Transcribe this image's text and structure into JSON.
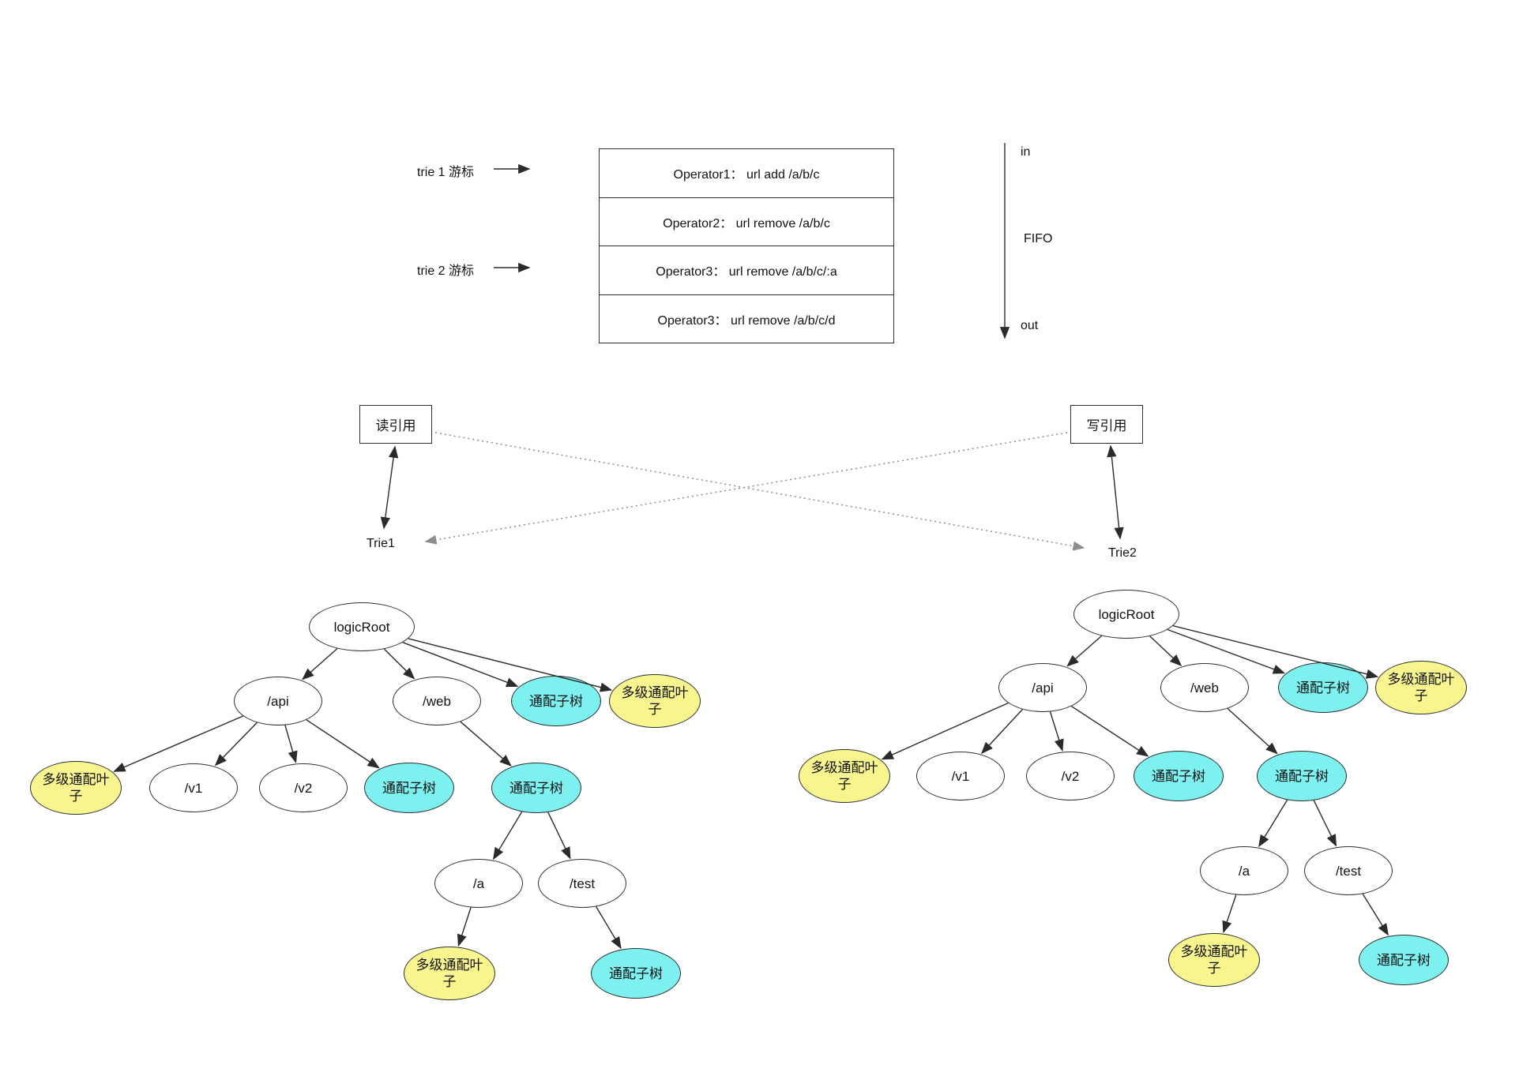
{
  "queue": {
    "cursor1_label": "trie 1 游标",
    "cursor2_label": "trie 2 游标",
    "rows": [
      "Operator1： url add /a/b/c",
      "Operator2： url remove /a/b/c",
      "Operator3： url remove /a/b/c/:a",
      "Operator3： url remove /a/b/c/d"
    ],
    "flow_in": "in",
    "flow_label": "FIFO",
    "flow_out": "out"
  },
  "references": {
    "read_ref": "读引用",
    "write_ref": "写引用",
    "trie1_label": "Trie1",
    "trie2_label": "Trie2"
  },
  "node_labels": {
    "root": "logicRoot",
    "api": "/api",
    "web": "/web",
    "v1": "/v1",
    "v2": "/v2",
    "a": "/a",
    "test": "/test",
    "wildcard_subtree": "通配子树",
    "multilevel_wildcard_leaf": "多级通配叶子"
  },
  "colors": {
    "wildcard_subtree_fill": "#7DF0F0",
    "multilevel_leaf_fill": "#F8F58F",
    "node_stroke": "#2F2F2F",
    "edge": "#2B2B2B",
    "dotted_edge": "#8C8C8C"
  }
}
